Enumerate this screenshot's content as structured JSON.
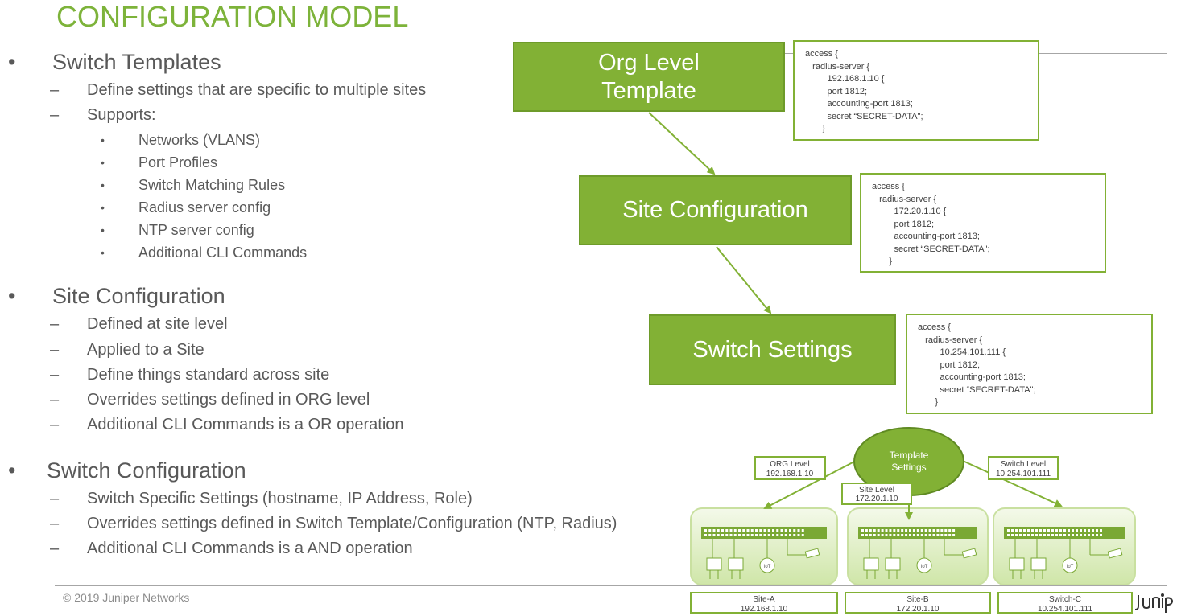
{
  "title": "CONFIGURATION MODEL",
  "sections": [
    {
      "heading": "Switch Templates",
      "items": [
        "Define settings that are specific to multiple sites",
        "Supports:"
      ],
      "subitems": [
        "Networks (VLANS)",
        "Port Profiles",
        "Switch Matching Rules",
        "Radius server config",
        "NTP server config",
        "Additional CLI Commands"
      ]
    },
    {
      "heading": "Site Configuration",
      "items": [
        "Defined at site level",
        "Applied to a Site",
        "Define things standard across site",
        "Overrides settings defined in ORG level",
        "Additional CLI Commands is a OR operation"
      ]
    },
    {
      "heading": "Switch Configuration",
      "items": [
        "Switch Specific Settings (hostname, IP Address, Role)",
        "Overrides settings defined in Switch Template/Configuration (NTP, Radius)",
        "Additional CLI Commands is a AND operation"
      ]
    }
  ],
  "bullet": "•",
  "dash": "–",
  "hierarchy": [
    {
      "label": "Org Level Template",
      "code": "access {\n   radius-server {\n         192.168.1.10 {\n         port 1812;\n         accounting-port 1813;\n         secret “SECRET-DATA\";\n       }"
    },
    {
      "label": "Site Configuration",
      "code": "access {\n   radius-server {\n         172.20.1.10 {\n         port 1812;\n         accounting-port 1813;\n         secret “SECRET-DATA\";\n       }"
    },
    {
      "label": "Switch Settings",
      "code": "access {\n   radius-server {\n         10.254.101.111 {\n         port 1812;\n         accounting-port 1813;\n         secret “SECRET-DATA\";\n       }"
    }
  ],
  "diagram": {
    "center": [
      "Template",
      "Settings"
    ],
    "levels": [
      {
        "name": "ORG Level",
        "ip": "192.168.1.10"
      },
      {
        "name": "Site Level",
        "ip": "172.20.1.10"
      },
      {
        "name": "Switch Level",
        "ip": "10.254.101.111"
      }
    ],
    "sites": [
      {
        "name": "Site-A",
        "ip": "192.168.1.10"
      },
      {
        "name": "Site-B",
        "ip": "172.20.1.10"
      },
      {
        "name": "Switch-C",
        "ip": "10.254.101.111"
      }
    ],
    "iot_label": "IoT"
  },
  "footer": "© 2019 Juniper Networks",
  "logo": "JUNIPer NETWORKS",
  "colors": {
    "accent": "#82b135",
    "title": "#7db33a",
    "text": "#595959"
  }
}
